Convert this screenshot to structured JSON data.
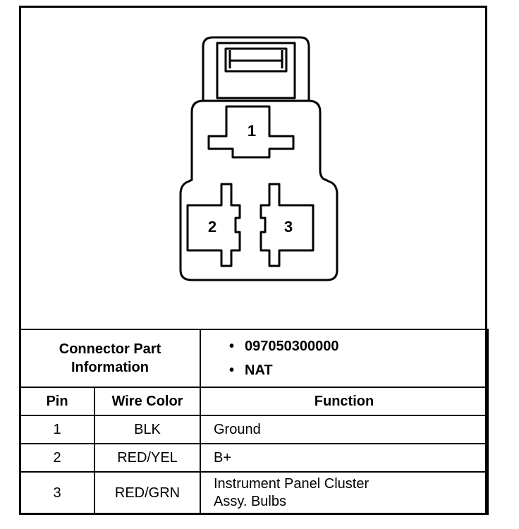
{
  "connector": {
    "pins": [
      {
        "number": "1"
      },
      {
        "number": "2"
      },
      {
        "number": "3"
      }
    ]
  },
  "table": {
    "part_info_label_line1": "Connector Part",
    "part_info_label_line2": "Information",
    "part_values": [
      "097050300000",
      "NAT"
    ],
    "headers": {
      "pin": "Pin",
      "wire_color": "Wire Color",
      "function": "Function"
    },
    "rows": [
      {
        "pin": "1",
        "wire_color": "BLK",
        "function_lines": [
          "Ground"
        ]
      },
      {
        "pin": "2",
        "wire_color": "RED/YEL",
        "function_lines": [
          "B+"
        ]
      },
      {
        "pin": "3",
        "wire_color": "RED/GRN",
        "function_lines": [
          "Instrument Panel Cluster",
          "Assy. Bulbs"
        ]
      }
    ]
  }
}
